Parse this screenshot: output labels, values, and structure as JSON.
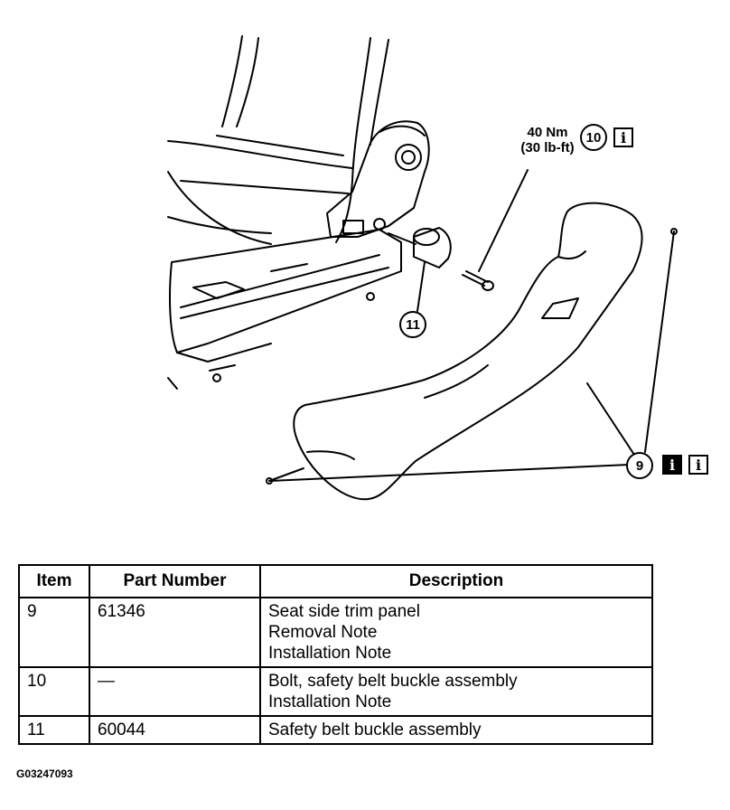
{
  "diagram": {
    "torque_nm": "40 Nm",
    "torque_lbft": "(30 lb-ft)",
    "callouts": [
      {
        "label": "10"
      },
      {
        "label": "11"
      },
      {
        "label": "9"
      }
    ],
    "info_icon": "i"
  },
  "table": {
    "headers": [
      "Item",
      "Part Number",
      "Description"
    ],
    "rows": [
      {
        "item": "9",
        "part": "61346",
        "desc": [
          "Seat side trim panel",
          "Removal Note",
          "Installation Note"
        ]
      },
      {
        "item": "10",
        "part": "—",
        "desc": [
          "Bolt, safety belt buckle assembly",
          "Installation Note"
        ]
      },
      {
        "item": "11",
        "part": "60044",
        "desc": [
          "Safety belt buckle assembly"
        ]
      }
    ]
  },
  "figure_code": "G03247093"
}
